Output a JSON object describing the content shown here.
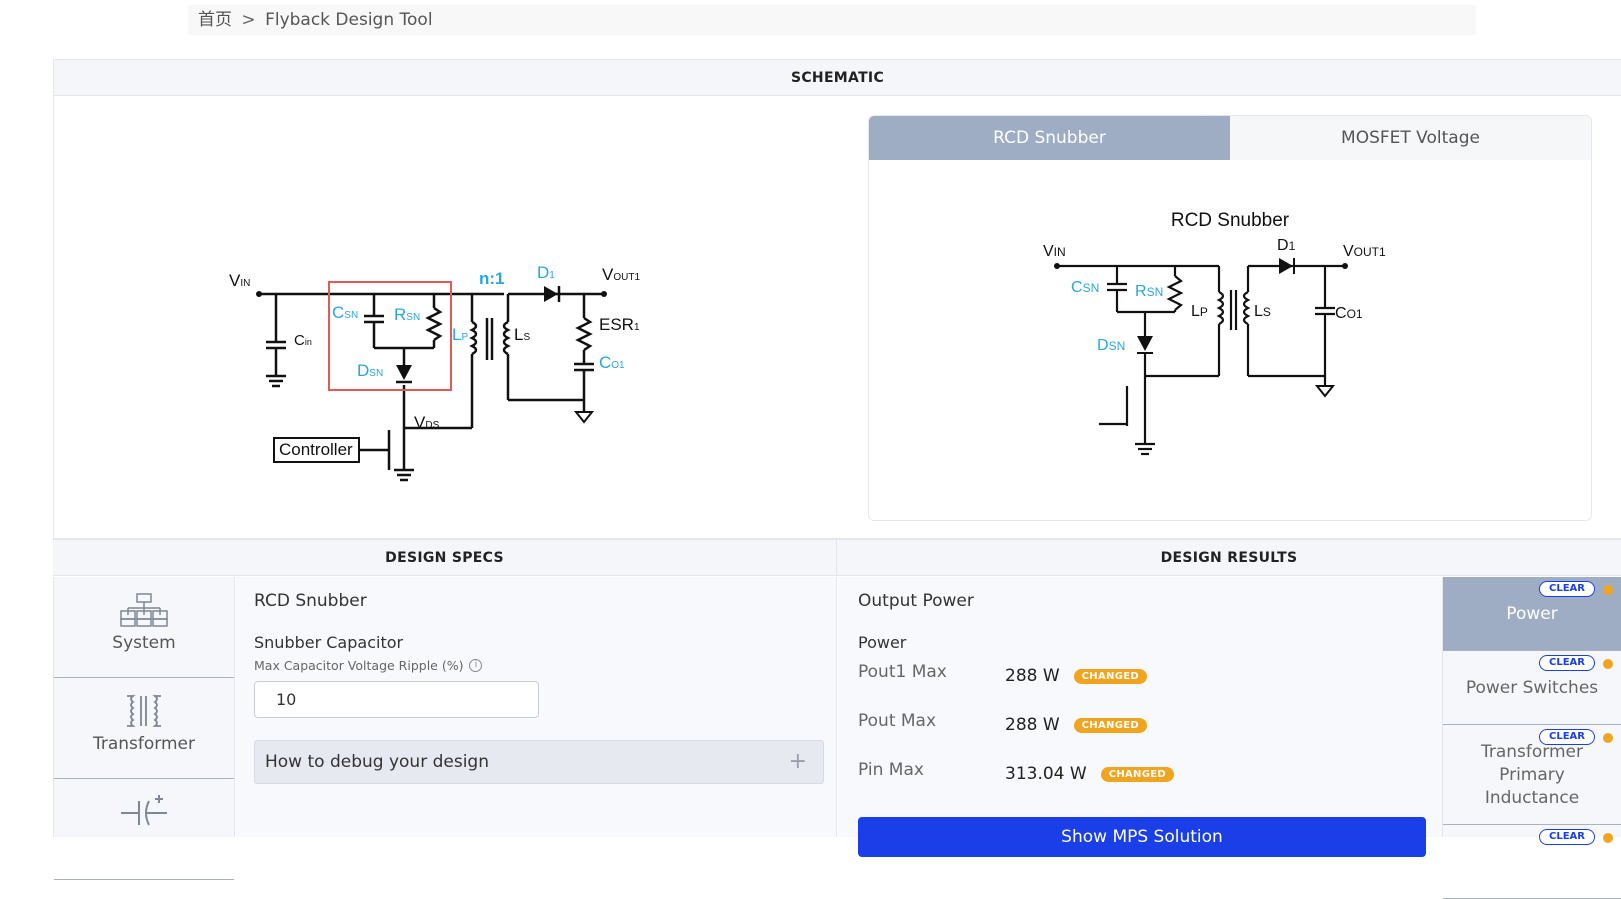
{
  "breadcrumb": {
    "home": "首页",
    "separator": ">",
    "current": "Flyback Design Tool"
  },
  "schematic": {
    "heading": "SCHEMATIC",
    "tabs": [
      {
        "label": "RCD Snubber",
        "active": true
      },
      {
        "label": "MOSFET Voltage",
        "active": false
      }
    ],
    "detail_title": "RCD Snubber",
    "colors": {
      "accent_text": "#29a6e0",
      "highlight_box": "#e05a5a",
      "active_tab": "#9eadc3"
    }
  },
  "design_specs": {
    "heading": "DESIGN SPECS",
    "nav": [
      {
        "label": "System",
        "icon": "system-tree-icon"
      },
      {
        "label": "Transformer",
        "icon": "transformer-icon"
      },
      {
        "label": "",
        "icon": "capacitor-icon"
      }
    ],
    "section_title": "RCD Snubber",
    "field_label": "Snubber Capacitor",
    "field_hint": "Max Capacitor Voltage Ripple (%)",
    "field_value": "10",
    "debug_label": "How to debug your design",
    "debug_icon": "+"
  },
  "design_results": {
    "heading": "DESIGN RESULTS",
    "section_title": "Output Power",
    "group_title": "Power",
    "rows": [
      {
        "label": "Pout1 Max",
        "value": "288 W",
        "badge": "CHANGED"
      },
      {
        "label": "Pout Max",
        "value": "288 W",
        "badge": "CHANGED"
      },
      {
        "label": "Pin Max",
        "value": "313.04 W",
        "badge": "CHANGED"
      }
    ],
    "show_button": "Show MPS Solution",
    "nav": [
      {
        "label": "Power",
        "clear": "CLEAR",
        "active": true
      },
      {
        "label": "Power Switches",
        "clear": "CLEAR",
        "active": false
      },
      {
        "label": "Transformer Primary Inductance",
        "clear": "CLEAR",
        "active": false
      },
      {
        "label": "",
        "clear": "CLEAR",
        "active": false
      }
    ],
    "colors": {
      "badge": "#f0a41f",
      "primary_button": "#1a3ee8"
    }
  }
}
